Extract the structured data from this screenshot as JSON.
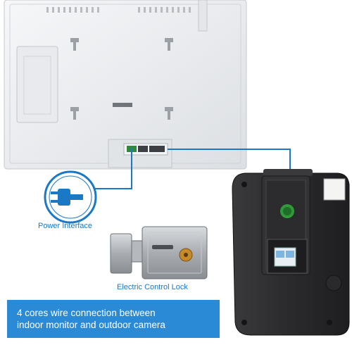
{
  "labels": {
    "power_interface": "Power Interface",
    "electric_control_lock": "Electric Control Lock"
  },
  "banner": {
    "line1": "4 cores wire connection between",
    "line2": "indoor monitor and outdoor camera"
  },
  "colors": {
    "accent_blue": "#1a78c4",
    "banner_blue": "#2a8ad6",
    "monitor_body": "#eceef0",
    "camera_body": "#2b2b2d"
  },
  "icons": {
    "power": "power-plug-icon"
  }
}
